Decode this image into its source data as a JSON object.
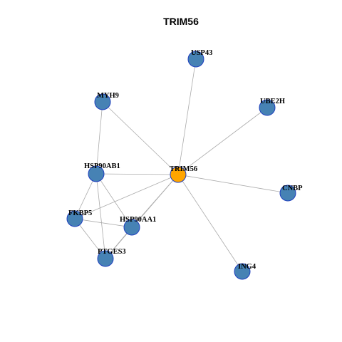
{
  "title": "TRIM56",
  "colors": {
    "hub": "#FFA500",
    "node": "#4682B4",
    "node_border": "#1F3FBF",
    "edge": "#AAAAAA"
  },
  "nodes": [
    {
      "id": "TRIM56",
      "label": "TRIM56",
      "role": "hub"
    },
    {
      "id": "USP43",
      "label": "USP43",
      "role": "node"
    },
    {
      "id": "MYH9",
      "label": "MYH9",
      "role": "node"
    },
    {
      "id": "UBE2H",
      "label": "UBE2H",
      "role": "node"
    },
    {
      "id": "HSP90AB1",
      "label": "HSP90AB1",
      "role": "node"
    },
    {
      "id": "CNBP",
      "label": "CNBP",
      "role": "node"
    },
    {
      "id": "FKBP5",
      "label": "FKBP5",
      "role": "node"
    },
    {
      "id": "HSP90AA1",
      "label": "HSP90AA1",
      "role": "node"
    },
    {
      "id": "PTGES3",
      "label": "PTGES3",
      "role": "node"
    },
    {
      "id": "ING4",
      "label": "ING4",
      "role": "node"
    }
  ],
  "edges": [
    [
      "TRIM56",
      "USP43"
    ],
    [
      "TRIM56",
      "MYH9"
    ],
    [
      "TRIM56",
      "UBE2H"
    ],
    [
      "TRIM56",
      "HSP90AB1"
    ],
    [
      "TRIM56",
      "CNBP"
    ],
    [
      "TRIM56",
      "FKBP5"
    ],
    [
      "TRIM56",
      "HSP90AA1"
    ],
    [
      "TRIM56",
      "PTGES3"
    ],
    [
      "TRIM56",
      "ING4"
    ],
    [
      "MYH9",
      "HSP90AB1"
    ],
    [
      "HSP90AB1",
      "FKBP5"
    ],
    [
      "HSP90AB1",
      "HSP90AA1"
    ],
    [
      "HSP90AB1",
      "PTGES3"
    ],
    [
      "FKBP5",
      "HSP90AA1"
    ],
    [
      "FKBP5",
      "PTGES3"
    ],
    [
      "HSP90AA1",
      "PTGES3"
    ]
  ]
}
